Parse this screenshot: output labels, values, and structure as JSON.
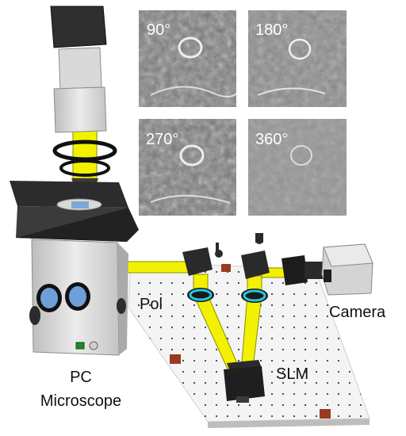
{
  "panels": [
    {
      "label": "90°"
    },
    {
      "label": "180°"
    },
    {
      "label": "270°"
    },
    {
      "label": "360°"
    }
  ],
  "labels": {
    "microscope_line1": "PC",
    "microscope_line2": "Microscope",
    "polarizer": "Pol",
    "camera": "Camera",
    "slm": "SLM"
  },
  "colors": {
    "beam": "#f2f200",
    "ring": "#22c8e6",
    "table": "#f4f4f4",
    "microscope_body": "#dcdcdc",
    "stage": "#2c2c2c",
    "panel_bg": "#8a8a8a",
    "mount_red": "#9a3a22"
  }
}
